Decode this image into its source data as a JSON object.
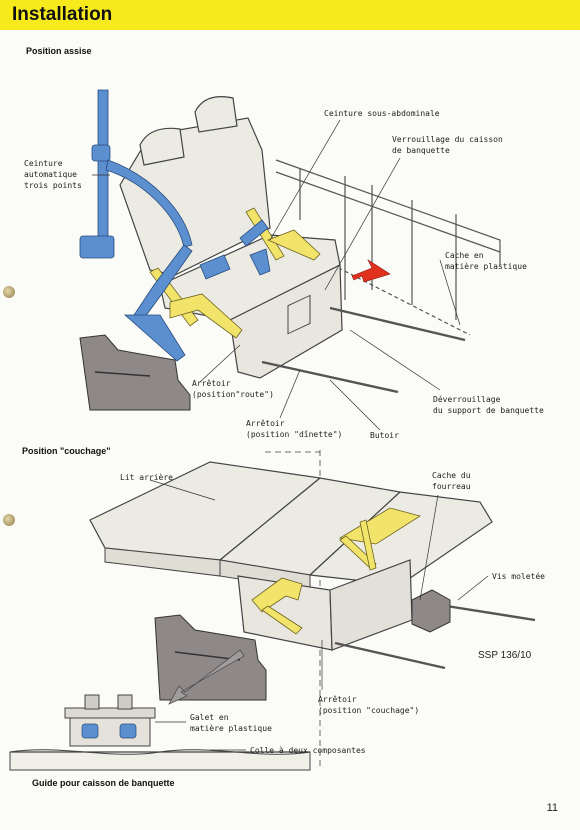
{
  "header": {
    "title": "Installation"
  },
  "sections": {
    "sitting": "Position assise",
    "sleeping": "Position \"couchage\"",
    "guide": "Guide pour caisson de banquette"
  },
  "labels": {
    "three_point_belt": "Ceinture\nautomatique\ntrois points",
    "lap_belt": "Ceinture sous-abdominale",
    "box_lock": "Verrouillage du caisson\nde banquette",
    "plastic_cover_1": "Cache en\nmatière plastique",
    "stop_route": "Arrêtoir\n(position\"route\")",
    "stop_dinette": "Arrêtoir\n(position \"dînette\")",
    "buffer": "Butoir",
    "unlock_support": "Déverrouillage\ndu support de banquette",
    "rear_bed": "Lit arrière",
    "sleeve_cover": "Cache du\nfourreau",
    "knurled_screw": "Vis moletée",
    "stop_couchage": "Arrêtoir\n(position \"couchage\")",
    "plastic_roller": "Galet en\nmatière plastique",
    "two_part_glue": "Colle à deux composantes"
  },
  "figure_code": "SSP 136/10",
  "page_number": "11",
  "colors": {
    "header": "#f6ea1c",
    "belt_blue": "#5b8fd0",
    "mechanism_yellow": "#f2e36a",
    "cushion": "#ecebe3",
    "box_grey": "#8e8888",
    "arrow_red": "#e0301e"
  }
}
